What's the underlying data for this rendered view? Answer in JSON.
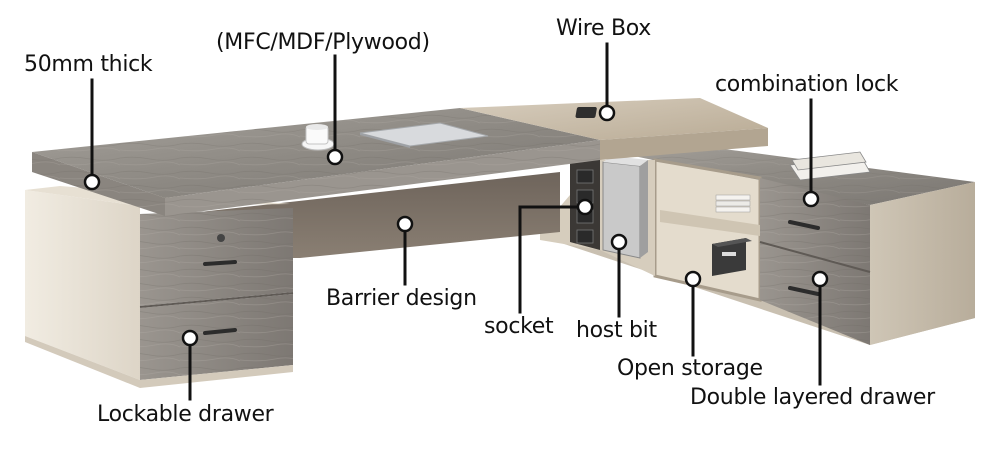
{
  "callouts": {
    "thickness": "50mm thick",
    "material": "(MFC/MDF/Plywood)",
    "wire_box": "Wire Box",
    "combination_lock": "combination lock",
    "barrier": "Barrier design",
    "socket": "socket",
    "host_bit": "host bit",
    "open_storage": "Open storage",
    "double_drawer": "Double layered drawer",
    "lockable_drawer": "Lockable drawer"
  },
  "colors": {
    "wood_grey": "#8d8a86",
    "cream_panel": "#ece6da",
    "taupe_top": "#c8bba6",
    "dark_modesty": "#7c7066",
    "lead_line": "#111111"
  }
}
